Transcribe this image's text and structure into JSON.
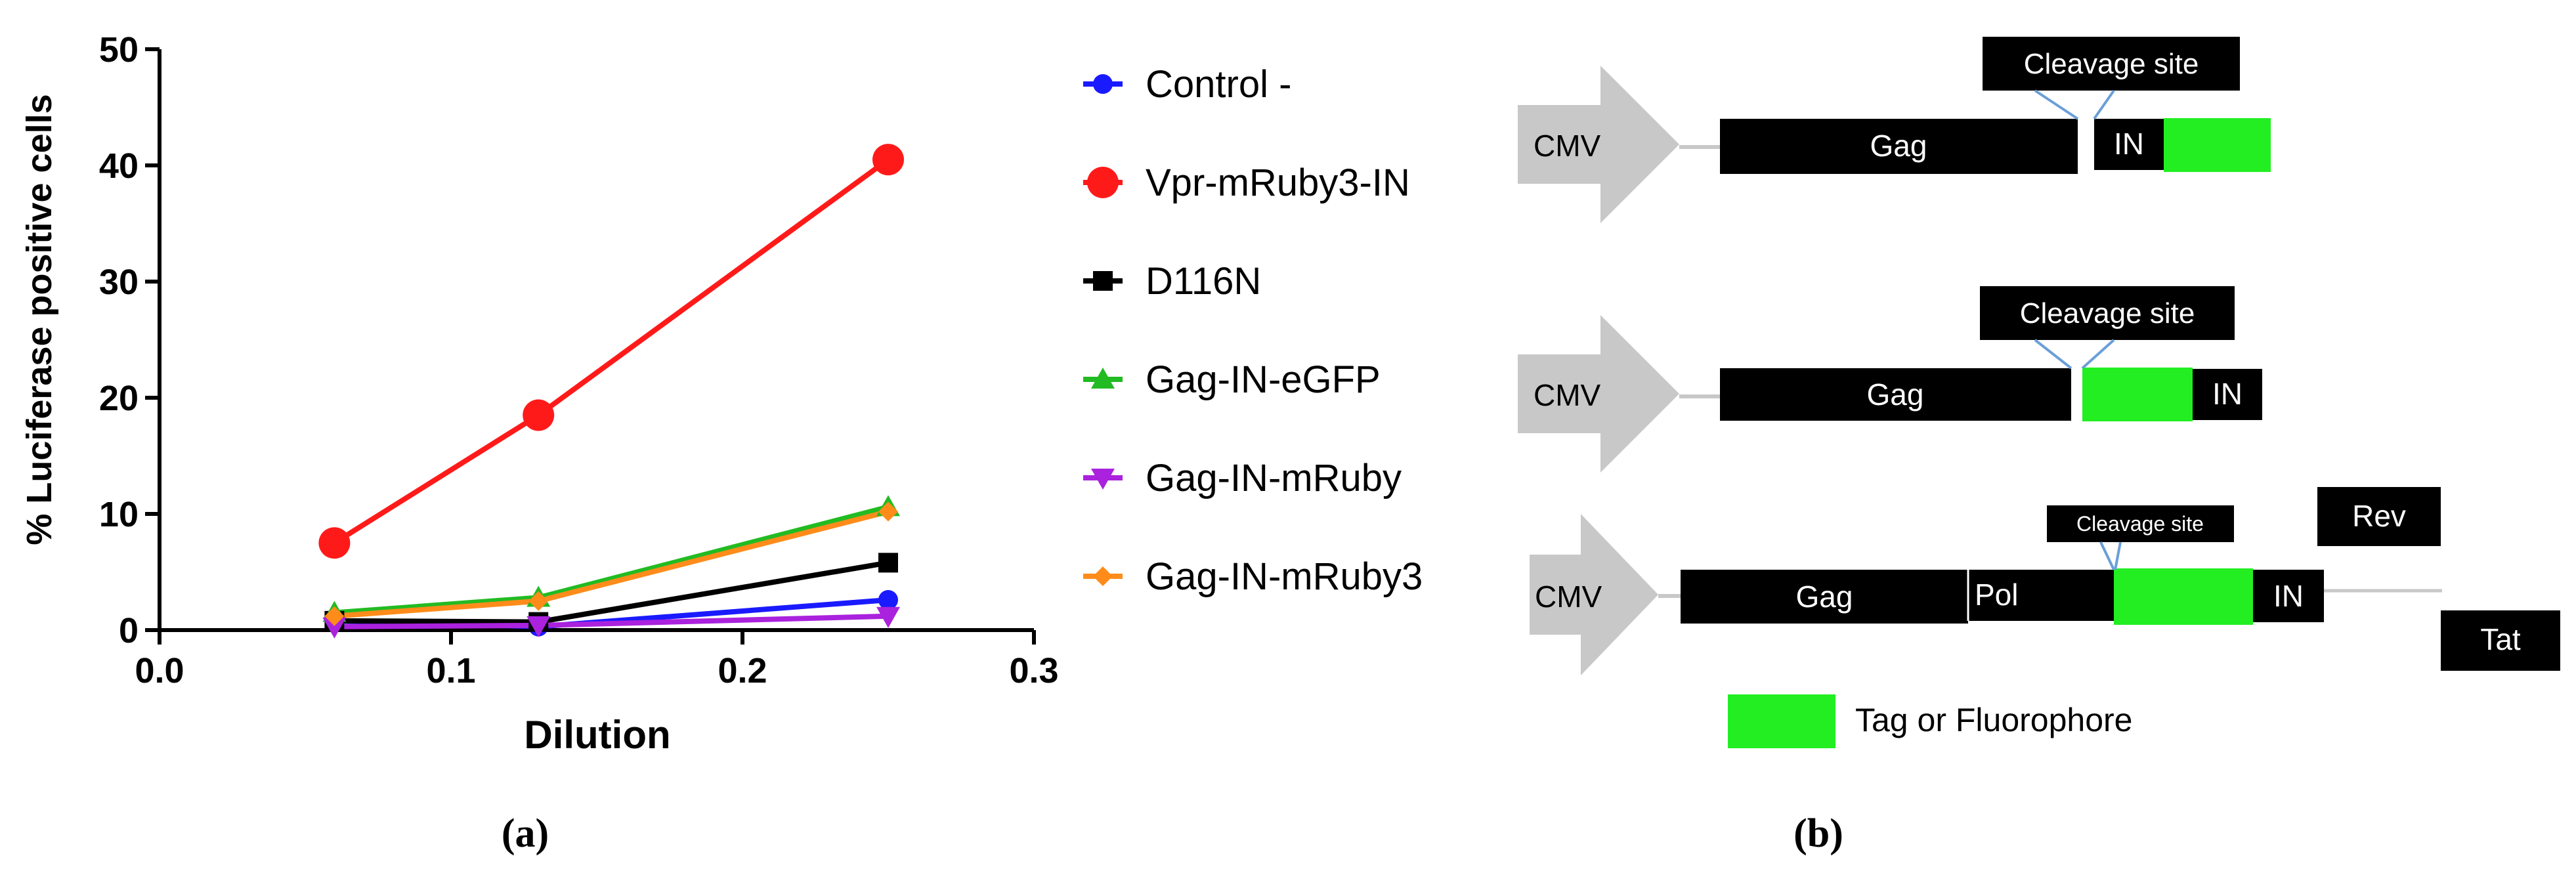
{
  "chart_data": {
    "type": "line",
    "xlabel": "Dilution",
    "ylabel": "% Luciferase positive cells",
    "xlim": [
      0.0,
      0.3
    ],
    "ylim": [
      0,
      50
    ],
    "xticks": [
      "0.0",
      "0.1",
      "0.2",
      "0.3"
    ],
    "yticks": [
      "0",
      "10",
      "20",
      "30",
      "40",
      "50"
    ],
    "x": [
      0.06,
      0.13,
      0.25
    ],
    "grid": false,
    "legend_position": "right",
    "series": [
      {
        "name": "Control -",
        "color": "#1a1aff",
        "marker": "circle",
        "values": [
          0.8,
          0.3,
          2.6
        ]
      },
      {
        "name": "Vpr-mRuby3-IN",
        "color": "#ff1a1a",
        "marker": "circle-large",
        "values": [
          7.5,
          18.5,
          40.5
        ]
      },
      {
        "name": "D116N",
        "color": "#000000",
        "marker": "square",
        "values": [
          0.8,
          0.7,
          5.8
        ]
      },
      {
        "name": "Gag-IN-eGFP",
        "color": "#22bb22",
        "marker": "triangle-up",
        "values": [
          1.5,
          2.8,
          10.6
        ]
      },
      {
        "name": "Gag-IN-mRuby",
        "color": "#aa22dd",
        "marker": "triangle-down",
        "values": [
          0.3,
          0.4,
          1.2
        ]
      },
      {
        "name": "Gag-IN-mRuby3",
        "color": "#ff8c1a",
        "marker": "diamond",
        "values": [
          1.2,
          2.5,
          10.2
        ]
      }
    ]
  },
  "panel_labels": {
    "a": "(a)",
    "b": "(b)"
  },
  "diagram": {
    "colors": {
      "promoter": "#c8c8c8",
      "block": "#000000",
      "tag": "#22ee22"
    },
    "constructs": [
      {
        "promoter": "CMV",
        "gag": "Gag",
        "in": "IN",
        "cleavage": "Cleavage site"
      },
      {
        "promoter": "CMV",
        "gag": "Gag",
        "in": "IN",
        "cleavage": "Cleavage site"
      },
      {
        "promoter": "CMV",
        "gag": "Gag",
        "pol": "Pol",
        "in": "IN",
        "cleavage": "Cleavage site",
        "rev": "Rev",
        "tat": "Tat"
      }
    ],
    "legend": "Tag or Fluorophore"
  }
}
